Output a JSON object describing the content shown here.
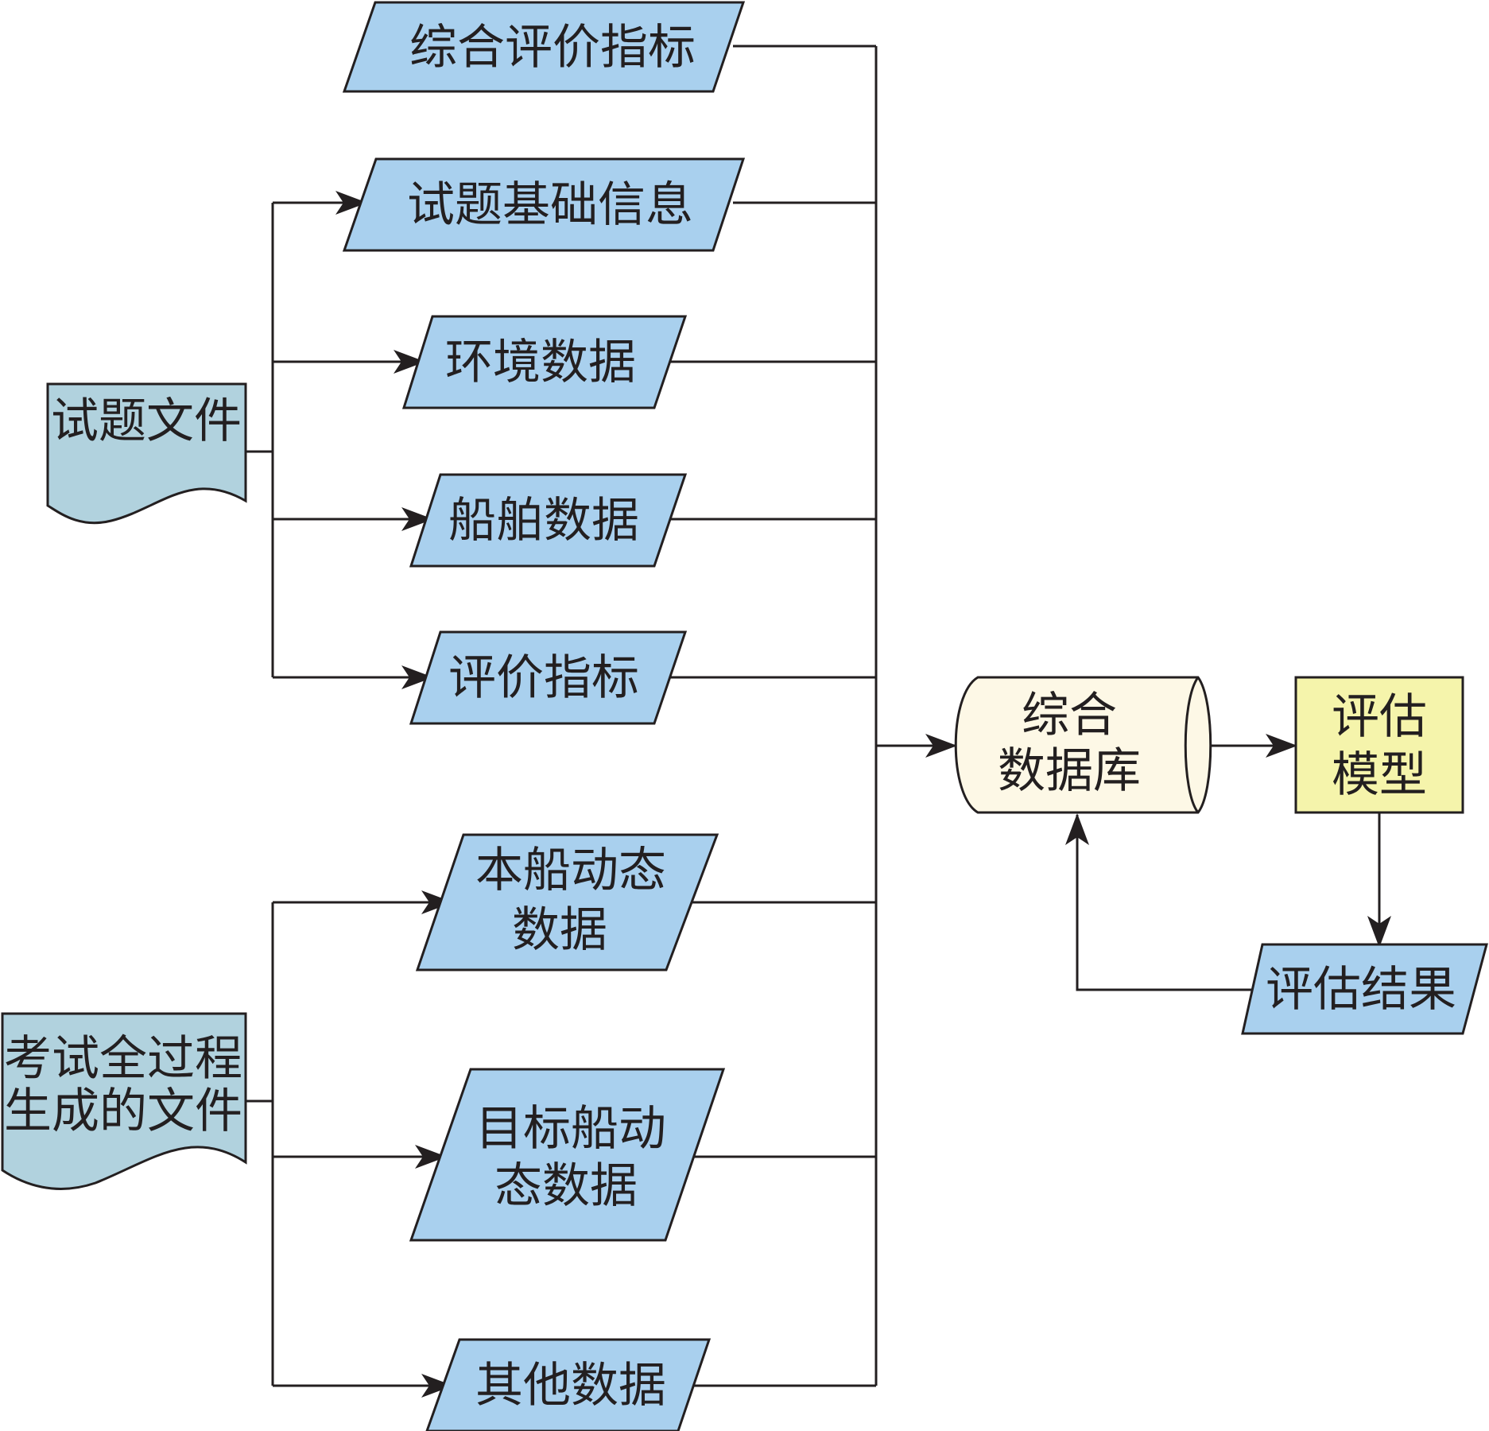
{
  "colors": {
    "data_fill": "#a9d0ee",
    "document_fill": "#b1d2de",
    "database_fill": "#fdf8e6",
    "model_fill": "#f5f4ab",
    "stroke": "#231f20"
  },
  "sources": {
    "exam_file": "试题文件",
    "process_file": [
      "考试全过程",
      "生成的文件"
    ]
  },
  "data_items": {
    "comprehensive_index": "综合评价指标",
    "question_info": "试题基础信息",
    "environment": "环境数据",
    "ship": "船舶数据",
    "evaluation_index": "评价指标",
    "own_ship": [
      "本船动态",
      "数据"
    ],
    "target_ship": [
      "目标船动",
      "态数据"
    ],
    "other": "其他数据"
  },
  "database": [
    "综合",
    "数据库"
  ],
  "model": [
    "评估",
    "模型"
  ],
  "result": "评估结果"
}
